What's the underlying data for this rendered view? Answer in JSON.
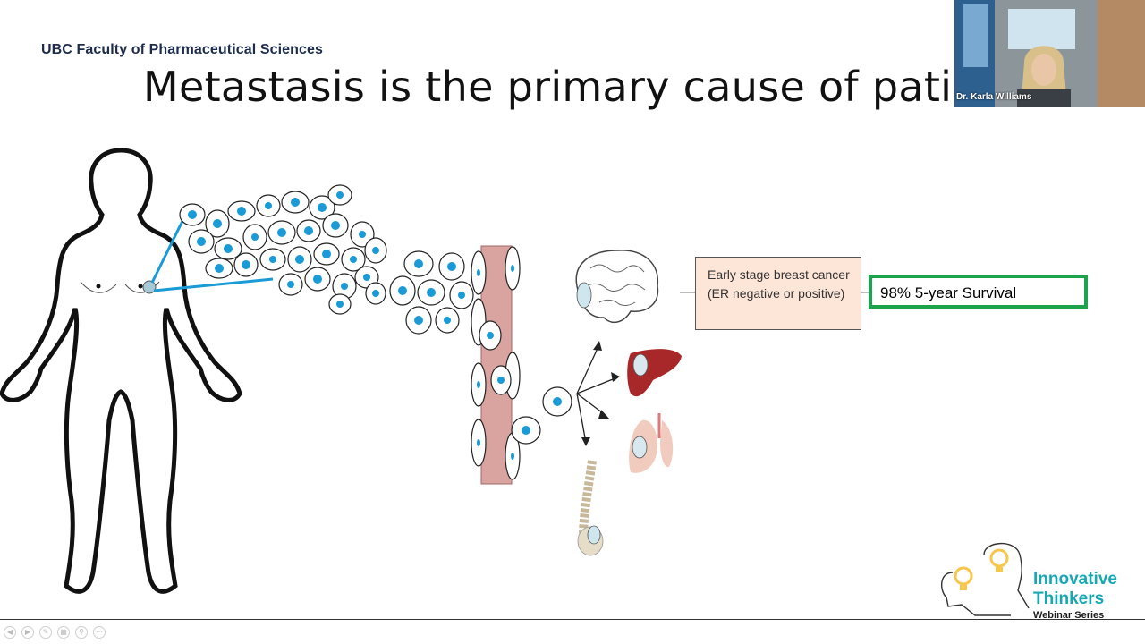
{
  "header": {
    "org_label": "UBC Faculty of Pharmaceutical Sciences",
    "title": "Metastasis is the primary cause of patient"
  },
  "diagram": {
    "stage_box_text": "Early stage breast cancer (ER negative or positive)",
    "survival_box_text": "98% 5-year Survival",
    "cell_color": "#1a9ad6",
    "vessel_color": "#d9a3a0",
    "liver_color": "#a8282a",
    "lung_color": "#f1cbbd",
    "survival_border_color": "#1ea34d"
  },
  "video": {
    "speaker_name": "Dr. Karla Williams"
  },
  "brand": {
    "line1": "Innovative",
    "line2": "Thinkers",
    "line3": "Webinar Series",
    "accent_color": "#18a8b4",
    "bulb_color": "#f7c64a"
  },
  "controls": {
    "icons": [
      "previous-icon",
      "play-icon",
      "pen-icon",
      "slides-icon",
      "zoom-icon",
      "more-icon"
    ]
  }
}
